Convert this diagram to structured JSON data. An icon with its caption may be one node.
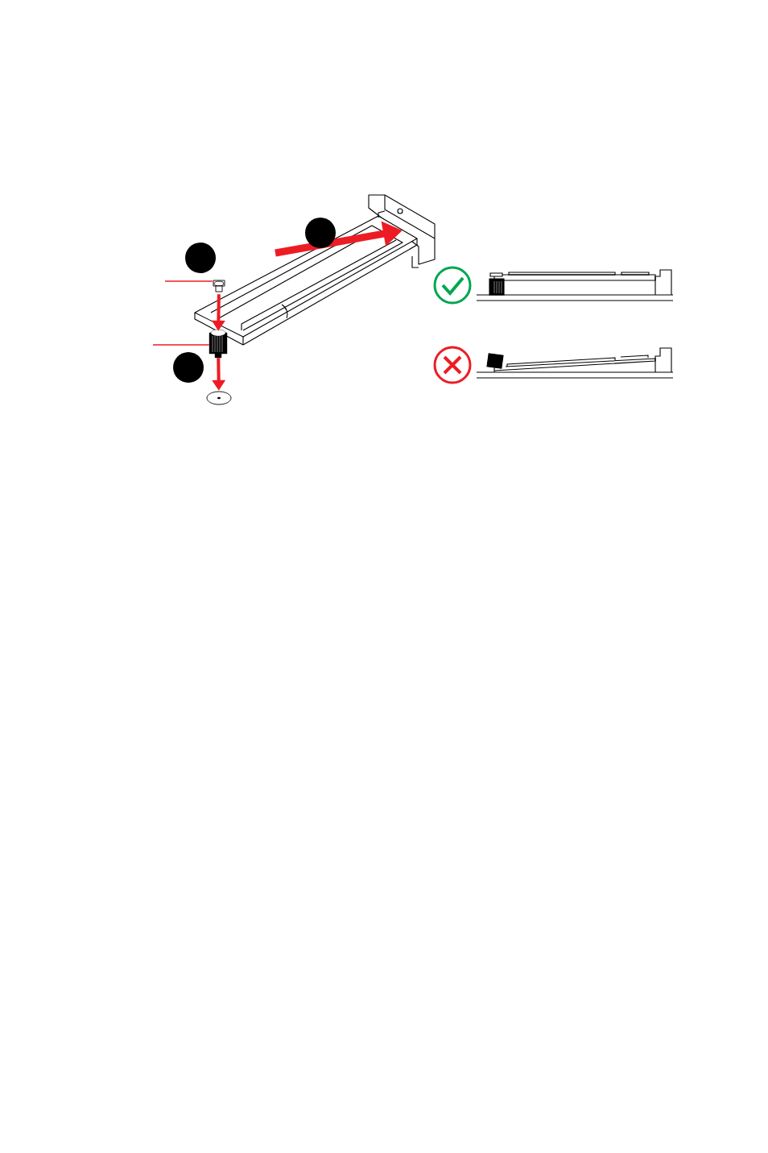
{
  "diagram": {
    "nodes": [
      {
        "text": [],
        "shape": "circle"
      },
      {
        "text": [],
        "shape": "circle"
      },
      {
        "text": [],
        "shape": "circle"
      },
      {
        "text": [],
        "shape": "screw"
      },
      {
        "text": [],
        "shape": "standoff"
      },
      {
        "text": [],
        "shape": "disc"
      }
    ],
    "edges": [
      {
        "from": null,
        "to": 3,
        "arrow": "none"
      },
      {
        "from": null,
        "to": 4,
        "arrow": "none"
      },
      {
        "from": 3,
        "to": 4,
        "arrow": "to",
        "style": "thick"
      },
      {
        "from": 4,
        "to": 5,
        "arrow": "to",
        "style": "thick"
      }
    ]
  }
}
